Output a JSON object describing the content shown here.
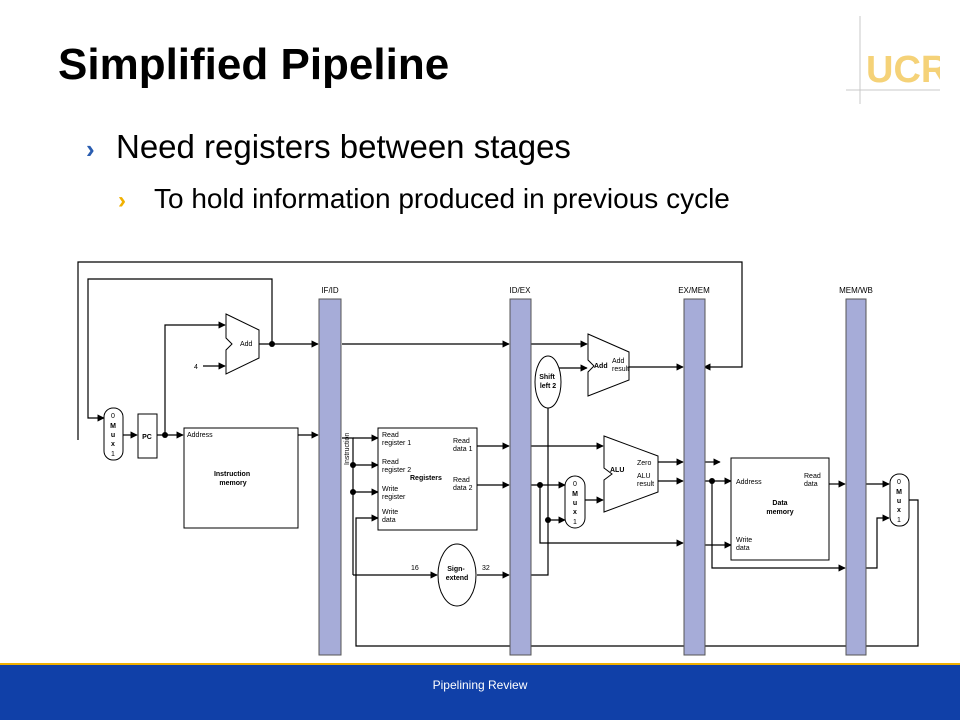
{
  "slide": {
    "title": "Simplified Pipeline",
    "bullet1": "Need registers between stages",
    "bullet2": "To hold information produced in previous cycle",
    "bullet1_marker": "›",
    "bullet2_marker": "›",
    "footer": "Pipelining Review",
    "logo_text": "UCR",
    "colors": {
      "footer_bg": "#1040a8",
      "footer_line": "#f0b000",
      "bullet1_marker": "#2a5db0",
      "bullet2_marker": "#f0b000",
      "pipeline_register": "#a6acd8",
      "logo": "#f5d278"
    }
  },
  "diagram": {
    "pipeline_registers": [
      "IF/ID",
      "ID/EX",
      "EX/MEM",
      "MEM/WB"
    ],
    "pc": "PC",
    "add_if": "Add",
    "const_4": "4",
    "mux": [
      "0",
      "M",
      "u",
      "x",
      "1"
    ],
    "instruction_memory": {
      "address": "Address",
      "label": "Instruction\nmemory"
    },
    "instruction": "Instruction",
    "registers": {
      "read_register_1": "Read\nregister 1",
      "read_register_2": "Read\nregister 2",
      "write_register": "Write\nregister",
      "write_data": "Write\ndata",
      "read_data_1": "Read\ndata 1",
      "read_data_2": "Read\ndata 2",
      "label": "Registers"
    },
    "sign_extend": {
      "label": "Sign-\nextend",
      "in_width": "16",
      "out_width": "32"
    },
    "shift_left_2": "Shift\nleft 2",
    "add_ex": {
      "label": "Add",
      "result": "Add\nresult"
    },
    "alu": {
      "label": "ALU",
      "zero": "Zero",
      "result": "ALU\nresult"
    },
    "data_memory": {
      "address": "Address",
      "read_data": "Read\ndata",
      "write_data": "Write\ndata",
      "label": "Data\nmemory"
    }
  }
}
